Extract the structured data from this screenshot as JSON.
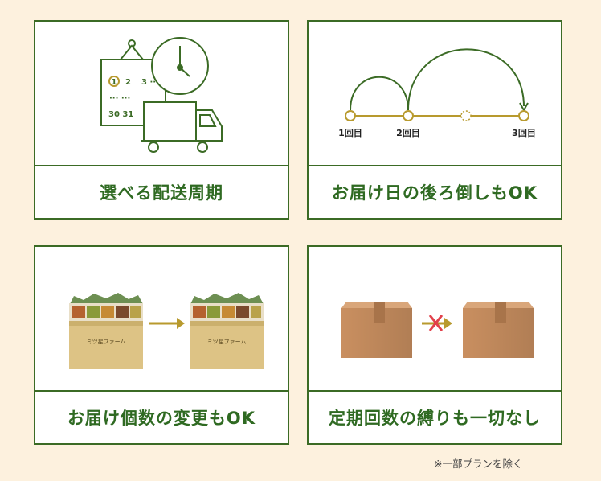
{
  "cards": [
    {
      "label": "選べる配送周期"
    },
    {
      "label": "お届け日の後ろ倒しもOK"
    },
    {
      "label": "お届け個数の変更もOK"
    },
    {
      "label": "定期回数の縛りも一切なし"
    }
  ],
  "calendar": {
    "d1": "1",
    "d2": "2",
    "d3": "3 ···",
    "dots": "···  ···",
    "d30": "30 31"
  },
  "timeline": {
    "first": "1回目",
    "second": "2回目",
    "third": "3回目"
  },
  "box_brand": "ミツ星ファーム",
  "note": "※一部プランを除く",
  "colors": {
    "green": "#3b6b25",
    "gold": "#b89a2e",
    "cross": "#e2414b",
    "bg": "#fdf1de"
  }
}
